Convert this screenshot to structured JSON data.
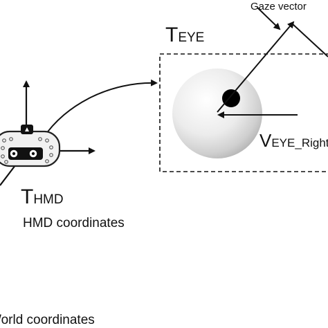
{
  "labels": {
    "gaze_vector": "Gaze vector",
    "t_eye_main": "T",
    "t_eye_sub": "EYE",
    "t_hmd_main": "T",
    "t_hmd_sub": "HMD",
    "hmd_coordinates": "HMD coordinates",
    "v_eye_main": "V",
    "v_eye_sub": "EYE_Right",
    "world_coordinates": "World coordinates"
  }
}
